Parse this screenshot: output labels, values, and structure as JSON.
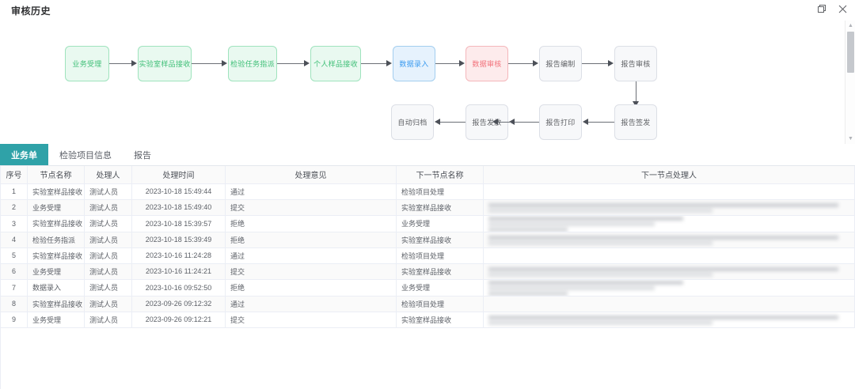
{
  "window": {
    "title": "审核历史",
    "controls": [
      {
        "name": "restore-icon",
        "label": "还原"
      },
      {
        "name": "close-icon",
        "label": "关闭"
      }
    ]
  },
  "flow": {
    "row1": [
      {
        "label": "业务受理",
        "style": "green"
      },
      {
        "label": "实验室样品接收",
        "style": "green"
      },
      {
        "label": "检验任务指派",
        "style": "green"
      },
      {
        "label": "个人样品接收",
        "style": "green"
      },
      {
        "label": "数据录入",
        "style": "blue"
      },
      {
        "label": "数据审核",
        "style": "red"
      },
      {
        "label": "报告编制",
        "style": "gray"
      },
      {
        "label": "报告审核",
        "style": "gray"
      }
    ],
    "row2": [
      {
        "label": "自动归档",
        "style": "gray"
      },
      {
        "label": "报告发放",
        "style": "gray"
      },
      {
        "label": "报告打印",
        "style": "gray"
      },
      {
        "label": "报告签发",
        "style": "gray"
      }
    ],
    "colors": {
      "green_fill": "#e9f9f0",
      "green_border": "#9fe3bd",
      "green_text": "#3fbf77",
      "blue_fill": "#e6f2fd",
      "blue_border": "#a3ceef",
      "blue_text": "#3d9cf0",
      "red_fill": "#fdebec",
      "red_border": "#f4b7bb",
      "red_text": "#f2737c",
      "gray_fill": "#f7f8fa",
      "gray_border": "#dcdfe6",
      "gray_text": "#606266",
      "connector": "#6b6f76"
    }
  },
  "tabs": {
    "active_index": 0,
    "items": [
      {
        "label": "业务单"
      },
      {
        "label": "检验项目信息"
      },
      {
        "label": "报告"
      }
    ]
  },
  "table": {
    "columns": [
      {
        "key": "seq",
        "label": "序号"
      },
      {
        "key": "node",
        "label": "节点名称"
      },
      {
        "key": "user",
        "label": "处理人"
      },
      {
        "key": "time",
        "label": "处理时间"
      },
      {
        "key": "opinion",
        "label": "处理意见"
      },
      {
        "key": "next_node",
        "label": "下一节点名称"
      },
      {
        "key": "next_user",
        "label": "下一节点处理人"
      }
    ],
    "rows": [
      {
        "seq": "1",
        "node": "实验室样品接收",
        "user": "测试人员",
        "time": "2023-10-18 15:49:44",
        "opinion": "通过",
        "next_node": "检验项目处理",
        "next_user_redacted": false
      },
      {
        "seq": "2",
        "node": "业务受理",
        "user": "测试人员",
        "time": "2023-10-18 15:49:40",
        "opinion": "提交",
        "next_node": "实验室样品接收",
        "next_user_redacted": true
      },
      {
        "seq": "3",
        "node": "实验室样品接收",
        "user": "测试人员",
        "time": "2023-10-18 15:39:57",
        "opinion": "拒绝",
        "next_node": "业务受理",
        "next_user_redacted": true
      },
      {
        "seq": "4",
        "node": "检验任务指派",
        "user": "测试人员",
        "time": "2023-10-18 15:39:49",
        "opinion": "拒绝",
        "next_node": "实验室样品接收",
        "next_user_redacted": true
      },
      {
        "seq": "5",
        "node": "实验室样品接收",
        "user": "测试人员",
        "time": "2023-10-16 11:24:28",
        "opinion": "通过",
        "next_node": "检验项目处理",
        "next_user_redacted": false
      },
      {
        "seq": "6",
        "node": "业务受理",
        "user": "测试人员",
        "time": "2023-10-16 11:24:21",
        "opinion": "提交",
        "next_node": "实验室样品接收",
        "next_user_redacted": true
      },
      {
        "seq": "7",
        "node": "数据录入",
        "user": "测试人员",
        "time": "2023-10-16 09:52:50",
        "opinion": "拒绝",
        "next_node": "业务受理",
        "next_user_redacted": true
      },
      {
        "seq": "8",
        "node": "实验室样品接收",
        "user": "测试人员",
        "time": "2023-09-26 09:12:32",
        "opinion": "通过",
        "next_node": "检验项目处理",
        "next_user_redacted": false
      },
      {
        "seq": "9",
        "node": "业务受理",
        "user": "测试人员",
        "time": "2023-09-26 09:12:21",
        "opinion": "提交",
        "next_node": "实验室样品接收",
        "next_user_redacted": true
      }
    ]
  }
}
